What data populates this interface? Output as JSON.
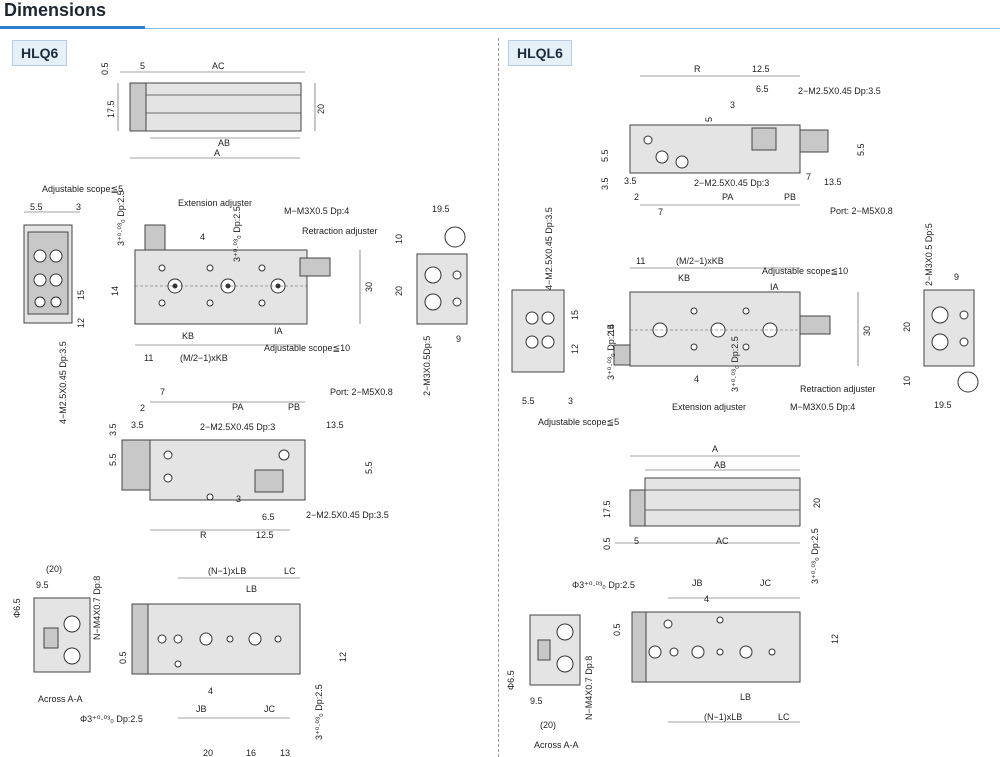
{
  "header": {
    "title": "Dimensions"
  },
  "left": {
    "model": "HLQ6",
    "top": {
      "d_05": "0.5",
      "d_5": "5",
      "d_AC": "AC",
      "d_175": "17.5",
      "d_20": "20",
      "d_AB": "AB",
      "d_A": "A"
    },
    "mid": {
      "adj_scope": "Adjustable scope≦5",
      "d_55": "5.5",
      "d_3": "3",
      "ext_adj": "Extension adjuster",
      "thread": "M−M3X0.5 Dp:4",
      "retr_adj": "Retraction adjuster",
      "hole": "3⁺⁰·⁰³₀ Dp:2.5",
      "d_4": "4",
      "d_14": "14",
      "d_15": "15",
      "d_12": "12",
      "d_30": "30",
      "d_KB": "KB",
      "d_IA": "IA",
      "d_11": "11",
      "d_M2": "(M/2−1)xKB",
      "adj_scope10": "Adjustable scope≦10",
      "side_thread": "4−M2.5X0.45 Dp:3.5",
      "r_195": "19.5",
      "r_10": "10",
      "r_20": "20",
      "r_9": "9",
      "r_thread": "2−M3X0.5Dp:5"
    },
    "bot": {
      "d_7": "7",
      "d_PA": "PA",
      "d_PB": "PB",
      "port": "Port: 2−M5X0.8",
      "d_2": "2",
      "d_35a": "3.5",
      "d_35b": "3.5",
      "d_55": "5.5",
      "thread_a": "2−M2.5X0.45 Dp:3",
      "d_135": "13.5",
      "d_55b": "5.5",
      "d_3": "3",
      "d_65": "6.5",
      "thread_b": "2−M2.5X0.45 Dp:3.5",
      "d_R": "R",
      "d_125": "12.5"
    },
    "last": {
      "d_20": "(20)",
      "d_95": "9.5",
      "phi65": "Φ6.5",
      "n_thread": "N−M4X0.7 Dp:8",
      "section": "Across A-A",
      "nlb": "(N−1)xLB",
      "d_LC": "LC",
      "d_LB": "LB",
      "d_05": "0.5",
      "d_12": "12",
      "d_4": "4",
      "d_JB": "JB",
      "d_JC": "JC",
      "hole": "Φ3⁺⁰·⁰³₀ Dp:2.5",
      "hole_b": "3⁺⁰·⁰³₀ Dp:2.5",
      "f20": "20",
      "f16": "16",
      "f13": "13"
    }
  },
  "right": {
    "model": "HLQL6",
    "top": {
      "d_R": "R",
      "d_125": "12.5",
      "d_65": "6.5",
      "thread_a": "2−M2.5X0.45 Dp:3.5",
      "d_3": "3",
      "d_5": "5",
      "d_55": "5.5",
      "d_55b": "5.5",
      "d_35": "3.5",
      "d_35b": "3.5",
      "thread_b": "2−M2.5X0.45 Dp:3",
      "d_7": "7",
      "d_135": "13.5",
      "d_2": "2",
      "d_7b": "7",
      "d_PA": "PA",
      "d_PB": "PB",
      "port": "Port: 2−M5X0.8"
    },
    "mid": {
      "side_thread": "4−M2.5X0.45 Dp:3.5",
      "d_11": "11",
      "d_M2": "(M/2−1)xKB",
      "adj_scope10": "Adjustable scope≦10",
      "d_KB": "KB",
      "d_IA": "IA",
      "d_15": "15",
      "d_14": "14",
      "d_12": "12",
      "d_30": "30",
      "d_4": "4",
      "hole": "3⁺⁰·⁰³₀ Dp:2.5",
      "hole2": "3⁺⁰·⁰³₀ Dp:2.5",
      "retr_adj": "Retraction adjuster",
      "ext_adj": "Extension adjuster",
      "thread": "M−M3X0.5 Dp:4",
      "d_55": "5.5",
      "d_3": "3",
      "adj_scope": "Adjustable scope≦5",
      "r_thread": "2−M3X0.5 Dp:5",
      "r_9": "9",
      "r_20": "20",
      "r_10": "10",
      "r_195": "19.5"
    },
    "bot": {
      "d_A": "A",
      "d_AB": "AB",
      "d_175": "17.5",
      "d_20": "20",
      "d_05": "0.5",
      "d_5": "5",
      "d_AC": "AC"
    },
    "last": {
      "hole": "Φ3⁺⁰·⁰³₀ Dp:2.5",
      "d_JB": "JB",
      "d_JC": "JC",
      "hole_b": "3⁺⁰·⁰³₀ Dp:2.5",
      "d_4": "4",
      "d_05": "0.5",
      "d_12": "12",
      "phi65": "Φ6.5",
      "n_thread": "N−M4X0.7 Dp:8",
      "d_95": "9.5",
      "d_20": "(20)",
      "section": "Across A-A",
      "d_LB": "LB",
      "nlb": "(N−1)xLB",
      "d_LC": "LC"
    }
  }
}
